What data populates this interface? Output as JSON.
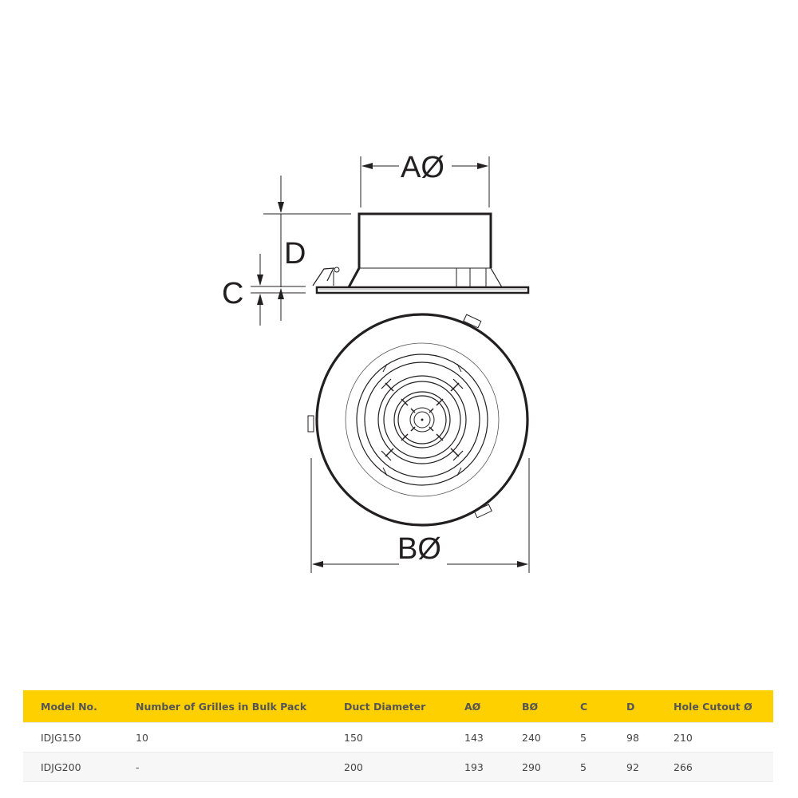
{
  "diagram": {
    "labels": {
      "a_diameter": "AØ",
      "b_diameter": "BØ",
      "c": "C",
      "d": "D"
    }
  },
  "table": {
    "headers": [
      "Model No.",
      "Number of Grilles in Bulk Pack",
      "Duct Diameter",
      "AØ",
      "BØ",
      "C",
      "D",
      "Hole Cutout Ø"
    ],
    "rows": [
      [
        "IDJG150",
        "10",
        "150",
        "143",
        "240",
        "5",
        "98",
        "210"
      ],
      [
        "IDJG200",
        "-",
        "200",
        "193",
        "290",
        "5",
        "92",
        "266"
      ]
    ],
    "colors": {
      "header_bg": "#ffd000",
      "row_alt_bg": "#f7f7f7"
    }
  }
}
